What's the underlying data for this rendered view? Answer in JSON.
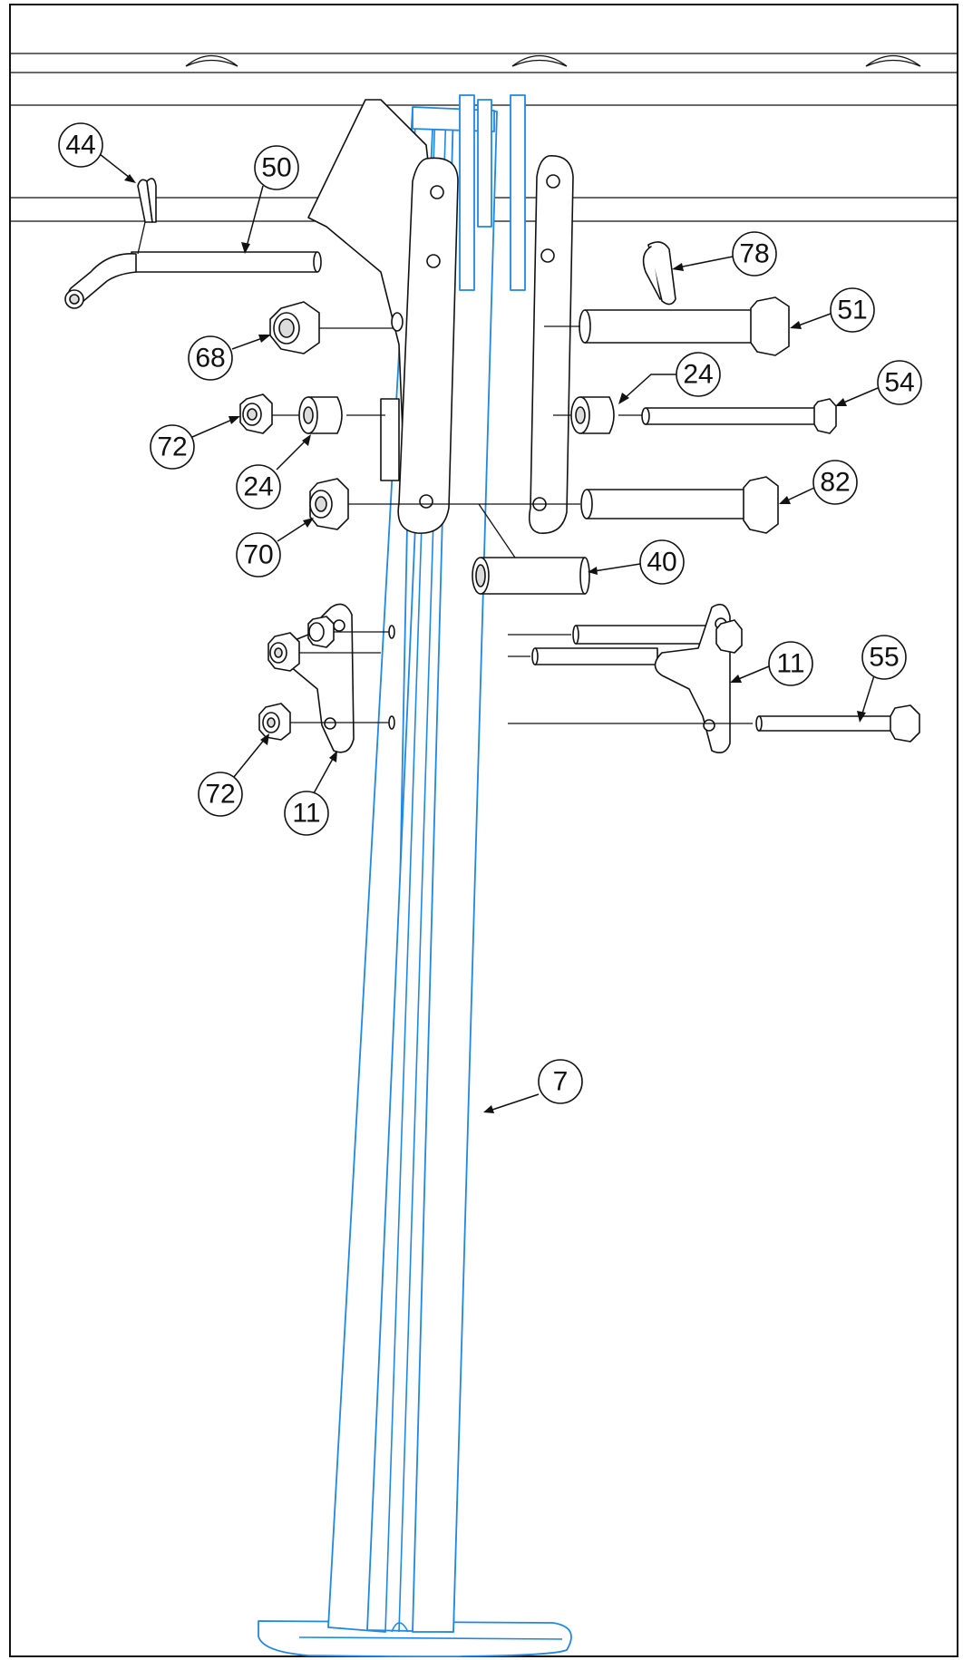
{
  "diagram": {
    "type": "exploded-assembly",
    "colors": {
      "ink": "#111111",
      "highlight_part": "#1e88e5",
      "background": "#ffffff"
    },
    "callouts": [
      {
        "id": "c44a",
        "label": "44"
      },
      {
        "id": "c50",
        "label": "50"
      },
      {
        "id": "c78",
        "label": "78"
      },
      {
        "id": "c68",
        "label": "68"
      },
      {
        "id": "c51",
        "label": "51"
      },
      {
        "id": "c24a",
        "label": "24"
      },
      {
        "id": "c54",
        "label": "54"
      },
      {
        "id": "c72a",
        "label": "72"
      },
      {
        "id": "c24b",
        "label": "24"
      },
      {
        "id": "c82",
        "label": "82"
      },
      {
        "id": "c70",
        "label": "70"
      },
      {
        "id": "c40",
        "label": "40"
      },
      {
        "id": "c11a",
        "label": "11"
      },
      {
        "id": "c55",
        "label": "55"
      },
      {
        "id": "c72b",
        "label": "72"
      },
      {
        "id": "c11b",
        "label": "11"
      },
      {
        "id": "c7",
        "label": "7"
      }
    ]
  }
}
